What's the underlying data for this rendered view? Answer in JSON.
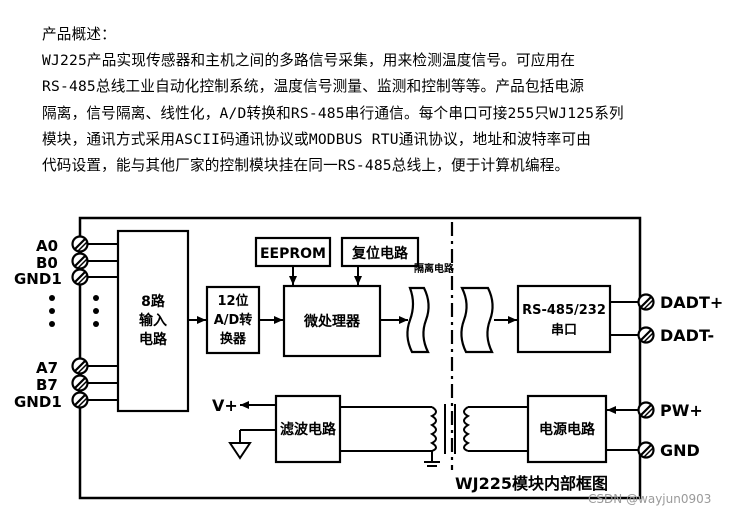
{
  "description": {
    "heading": "产品概述：",
    "lines": [
      "WJ225产品实现传感器和主机之间的多路信号采集，用来检测温度信号。可应用在",
      "RS-485总线工业自动化控制系统，温度信号测量、监测和控制等等。产品包括电源",
      "隔离，信号隔离、线性化，A/D转换和RS-485串行通信。每个串口可接255只WJ125系列",
      "模块，通讯方式采用ASCII码通讯协议或MODBUS RTU通讯协议，地址和波特率可由",
      "代码设置，能与其他厂家的控制模块挂在同一RS-485总线上，便于计算机编程。"
    ]
  },
  "diagram": {
    "inputs": {
      "a0": "A0",
      "b0": "B0",
      "gnd_top": "GND1",
      "a7": "A7",
      "b7": "B7",
      "gnd_bottom": "GND1"
    },
    "input_circuit": [
      "8路",
      "输入",
      "电路"
    ],
    "adc": [
      "12位",
      "A/D转",
      "换器"
    ],
    "eeprom": "EEPROM",
    "reset": "复位电路",
    "mcu": "微处理器",
    "isolation": "隔离电路",
    "serial": [
      "RS-485/232",
      "串口"
    ],
    "outputs": {
      "dadt_plus": "DADT+",
      "dadt_minus": "DADT-",
      "pw_plus": "PW+",
      "gnd": "GND"
    },
    "vplus": "V+",
    "filter": "滤波电路",
    "power": "电源电路",
    "caption": "WJ225模块内部框图"
  },
  "watermark": "CSDN @wayjun0903"
}
